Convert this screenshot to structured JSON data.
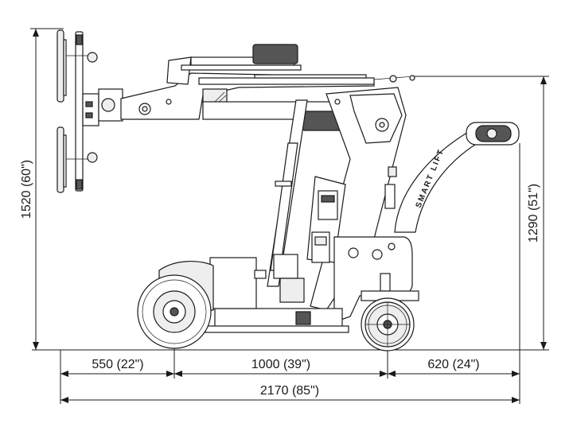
{
  "dimensions": {
    "height_total": "1520 (60\")",
    "height_pivot": "1290 (51\")",
    "front_overhang": "550 (22\")",
    "wheelbase": "1000 (39\")",
    "rear_overhang": "620 (24\")",
    "total_length": "2170 (85\")"
  },
  "brand": {
    "label": "SMART LIFT"
  }
}
